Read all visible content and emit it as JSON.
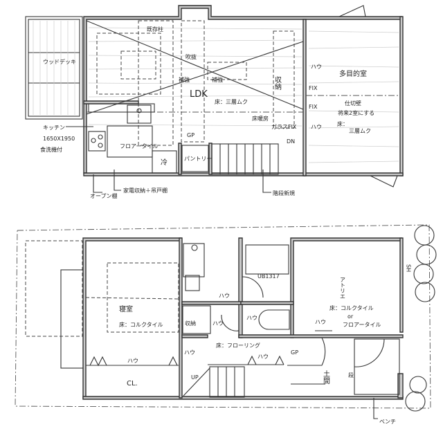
{
  "upper_floor": {
    "deck": "ウッドデッキ",
    "kitchen": "キッチン",
    "kitchen_size": "1650X1950",
    "kitchen_note": "食洗機付",
    "open_shelf": "オープン棚",
    "appliance_storage": "家電収納＋吊戸棚",
    "floor_tile": "フロアータイル",
    "fridge": "冷",
    "pantry": "パントリー",
    "gp": "GP",
    "ldk": "LDK",
    "ldk_floor": "床：三層ムク",
    "existing_beam": "既存柱",
    "void": "吹抜",
    "reinforce_left": "補強",
    "reinforce_right": "補強",
    "storage": "収納",
    "floor_heating": "床暖房",
    "glass_fix": "ガラスFIX",
    "dn": "DN",
    "stairs_new": "階段新規",
    "multi_room": "多目的室",
    "door_top": "ハウ",
    "fix_top": "FIX",
    "fix_bottom": "FIX",
    "door_bottom": "ハウ",
    "partition_1": "仕切壁",
    "partition_2": "将来2室にする",
    "room_floor_1": "床：",
    "room_floor_2": "三層ムク"
  },
  "lower_floor": {
    "bedroom": "寝室",
    "bedroom_floor": "床：コルクタイル",
    "closet": "CL.",
    "closet_door": "ハウ",
    "storage": "収納",
    "storage_door": "ハウ",
    "bath": "UB1317",
    "bath_door": "ハウ",
    "toilet_door": "ハウ",
    "hall_door": "ハウ",
    "hall_floor": "床：フローリング",
    "hall_door2": "ハウ",
    "gp": "GP",
    "up": "UP",
    "entrance": "土間",
    "step": "段",
    "atelier": "アトリエ",
    "atelier_floor_1": "床：コルクタイル",
    "atelier_floor_2": "or",
    "atelier_floor_3": "フロアータイル",
    "atelier_door": "ハウ",
    "sh": "SH",
    "bench": "ベンチ"
  }
}
